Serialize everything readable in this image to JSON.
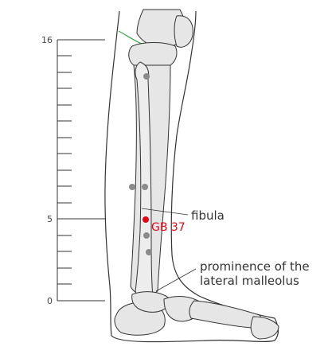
{
  "scale": {
    "top_label": "16",
    "mid_label": "5",
    "bottom_label": "0"
  },
  "labels": {
    "fibula": "fibula",
    "point": "GB 37",
    "malleolus_line1": "prominence of the",
    "malleolus_line2": "lateral malleolus"
  },
  "colors": {
    "point_red": "#e30613",
    "marker_gray": "#8a8a8a",
    "bone_fill": "#e6e6e6",
    "outline": "#333333",
    "knee_crease": "#39a845"
  }
}
